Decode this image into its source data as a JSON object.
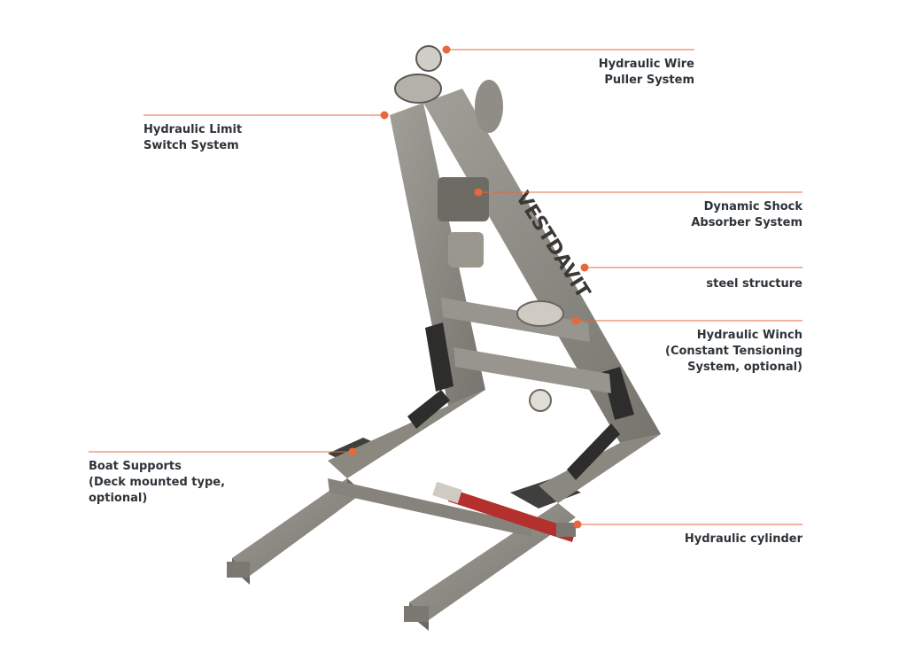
{
  "diagram": {
    "accent_color": "#e8673c",
    "text_color": "#2e3338",
    "frame_color": "#8d8b83",
    "brand_text": "VESTDAVIT",
    "callouts": [
      {
        "id": "wire-puller",
        "lines": [
          "Hydraulic Wire",
          "Puller System"
        ]
      },
      {
        "id": "limit-switch",
        "lines": [
          "Hydraulic Limit",
          "Switch System"
        ]
      },
      {
        "id": "shock-absorber",
        "lines": [
          "Dynamic Shock",
          "Absorber System"
        ]
      },
      {
        "id": "steel-structure",
        "lines": [
          "steel structure"
        ]
      },
      {
        "id": "winch",
        "lines": [
          "Hydraulic Winch",
          "(Constant Tensioning",
          "System, optional)"
        ]
      },
      {
        "id": "boat-supports",
        "lines": [
          "Boat Supports",
          "(Deck mounted type,",
          "optional)"
        ]
      },
      {
        "id": "cylinder",
        "lines": [
          "Hydraulic cylinder"
        ]
      }
    ]
  }
}
